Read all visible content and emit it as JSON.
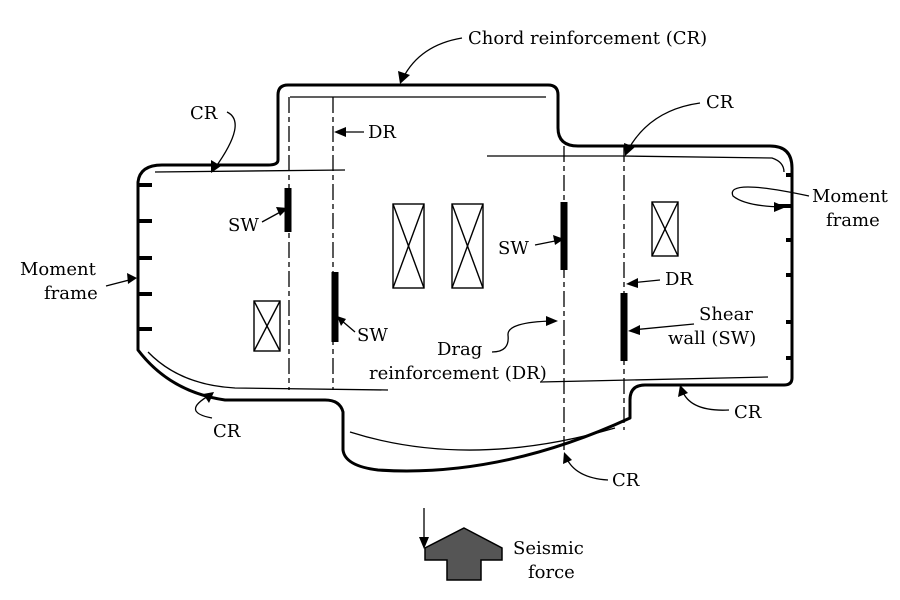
{
  "diagram": {
    "labels": {
      "chord_top": "Chord reinforcement (CR)",
      "cr_left_top": "CR",
      "dr_left_top": "DR",
      "cr_right_top": "CR",
      "moment_frame_right_line1": "Moment",
      "moment_frame_right_line2": "frame",
      "sw_left_upper": "SW",
      "sw_mid_right": "SW",
      "dr_right": "DR",
      "moment_frame_left_line1": "Moment",
      "moment_frame_left_line2": "frame",
      "shear_wall_line1": "Shear",
      "shear_wall_line2": "wall (SW)",
      "sw_left_lower": "SW",
      "drag_line1": "Drag",
      "drag_line2": "reinforcement (DR)",
      "cr_bottom_left": "CR",
      "cr_bottom_right": "CR",
      "cr_bottom_center": "CR",
      "seismic_line1": "Seismic",
      "seismic_line2": "force"
    }
  }
}
